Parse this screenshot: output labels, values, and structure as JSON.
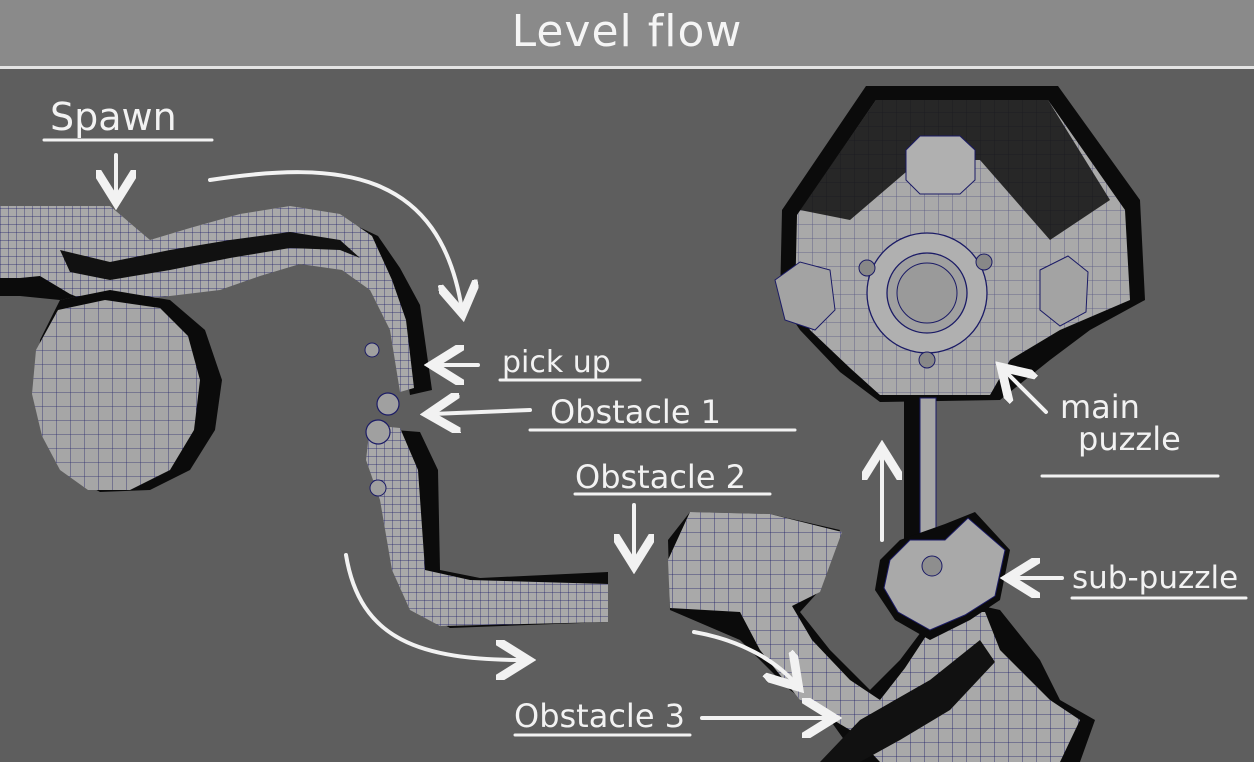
{
  "title": "Level flow",
  "labels": {
    "spawn": "Spawn",
    "pick_up": "pick up",
    "obstacle_1": "Obstacle 1",
    "obstacle_2": "Obstacle 2",
    "obstacle_3": "Obstacle 3",
    "main_puzzle_line1": "main",
    "main_puzzle_line2": "puzzle",
    "sub_puzzle": "sub-puzzle"
  },
  "colors": {
    "background": "#5e5e5e",
    "header": "#8a8a8a",
    "mesh_face": "#a8a8a8",
    "mesh_shadow": "#0b0b0b",
    "wireframe": "#1b1b66",
    "annotation": "#f2f2f2"
  }
}
